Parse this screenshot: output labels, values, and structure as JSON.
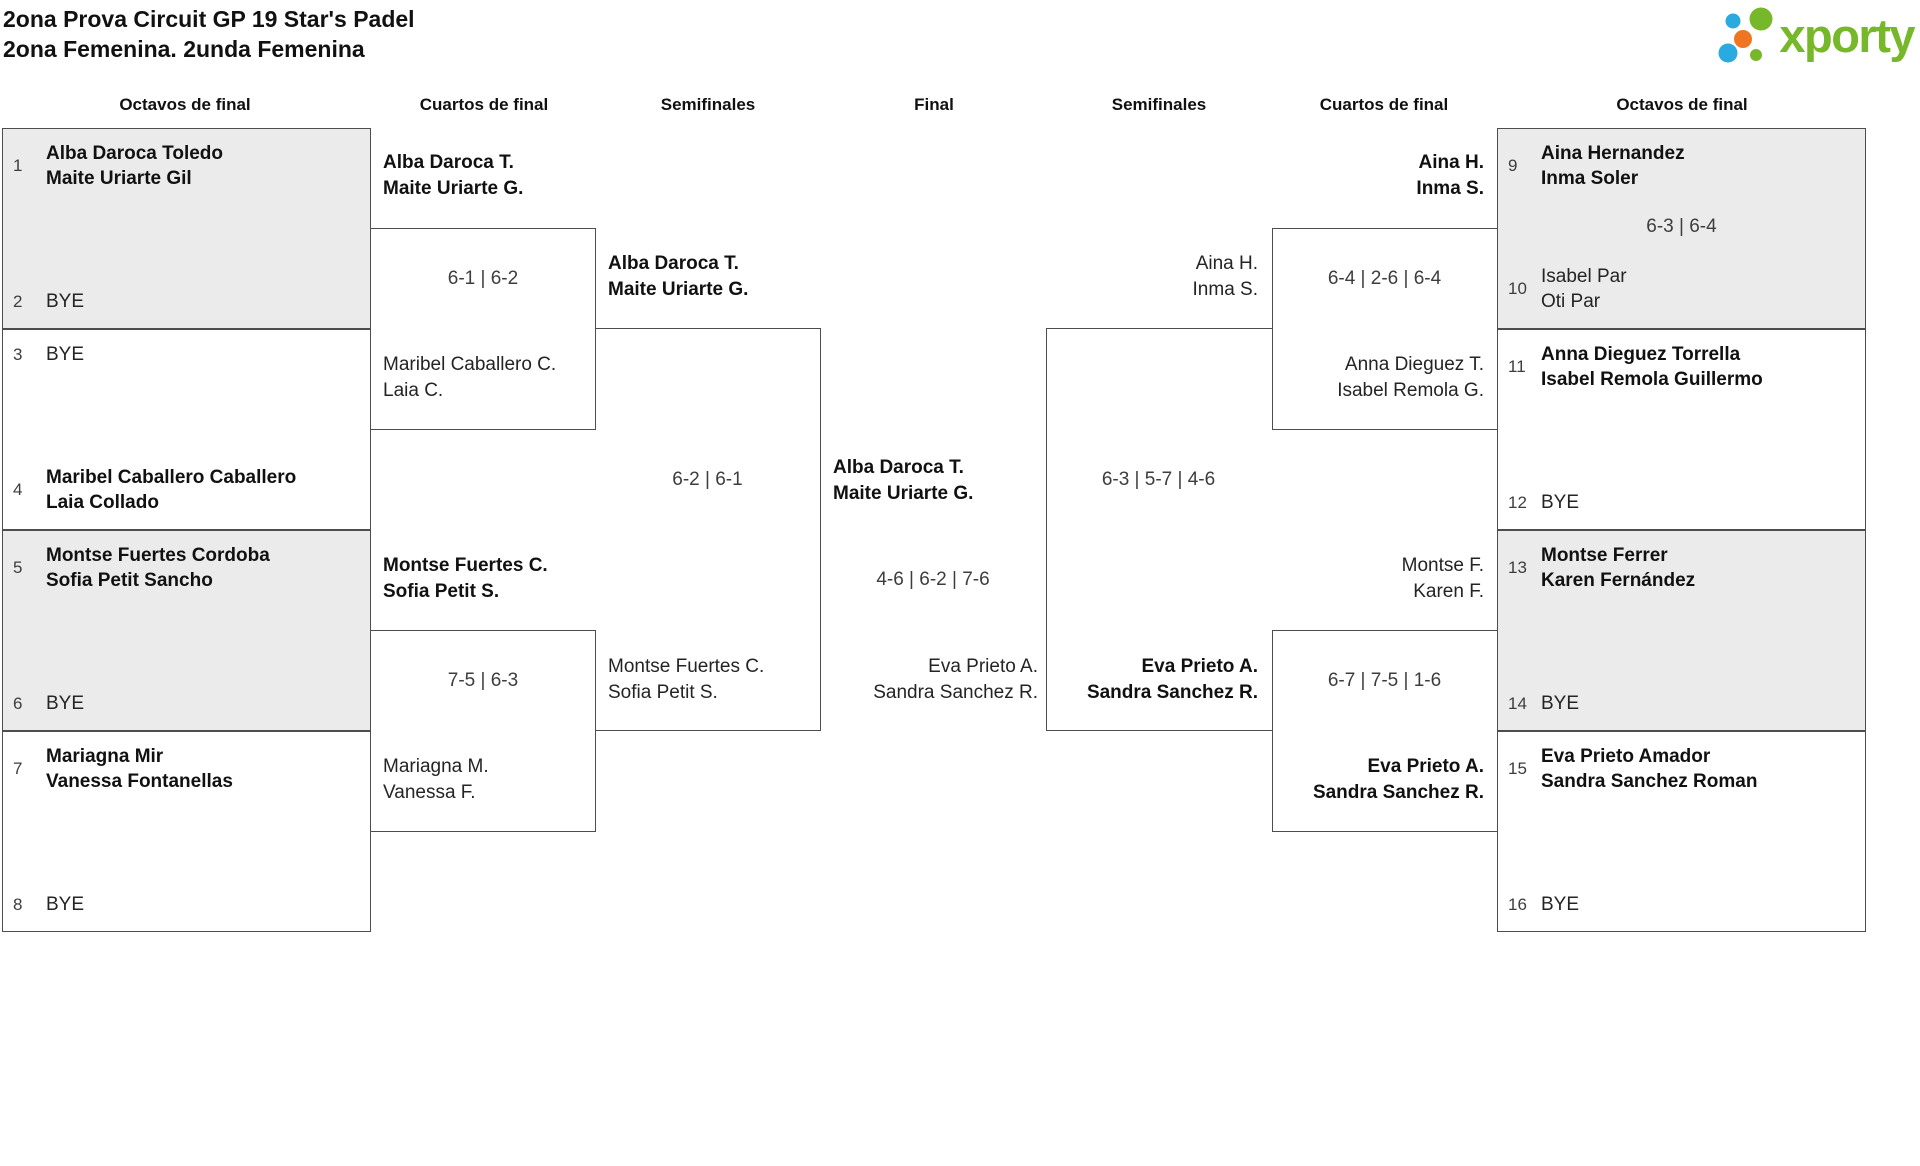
{
  "page": {
    "title_line1": "2ona Prova Circuit GP 19 Star's Padel",
    "title_line2": "2ona Femenina. 2unda Femenina"
  },
  "logo": {
    "text": "xporty",
    "green": "#76b82a",
    "blue": "#29abe2",
    "orange": "#ee7623"
  },
  "rounds": [
    "Octavos de final",
    "Cuartos de final",
    "Semifinales",
    "Final",
    "Semifinales",
    "Cuartos de final",
    "Octavos de final"
  ],
  "colors": {
    "line": "#4d4d4d",
    "box_grey": "#ebebeb"
  },
  "octavos_left": [
    {
      "top_seed": "1",
      "top1": "Alba Daroca Toledo",
      "top2": "Maite Uriarte Gil",
      "bot_seed": "2",
      "bot1": "BYE"
    },
    {
      "top_seed": "3",
      "top1": "BYE",
      "bot_seed": "4",
      "bot1": "Maribel Caballero Caballero",
      "bot2": "Laia Collado"
    },
    {
      "top_seed": "5",
      "top1": "Montse Fuertes Cordoba",
      "top2": "Sofia Petit Sancho",
      "bot_seed": "6",
      "bot1": "BYE"
    },
    {
      "top_seed": "7",
      "top1": "Mariagna Mir",
      "top2": "Vanessa Fontanellas",
      "bot_seed": "8",
      "bot1": "BYE"
    }
  ],
  "octavos_right": [
    {
      "top_seed": "9",
      "top1": "Aina Hernandez",
      "top2": "Inma Soler",
      "score": "6-3 | 6-4",
      "bot_seed": "10",
      "bot1": "Isabel Par",
      "bot2": "Oti Par"
    },
    {
      "top_seed": "11",
      "top1": "Anna Dieguez Torrella",
      "top2": "Isabel Remola Guillermo",
      "bot_seed": "12",
      "bot1": "BYE"
    },
    {
      "top_seed": "13",
      "top1": "Montse Ferrer",
      "top2": "Karen Fernández",
      "bot_seed": "14",
      "bot1": "BYE"
    },
    {
      "top_seed": "15",
      "top1": "Eva Prieto Amador",
      "top2": "Sandra Sanchez Roman",
      "bot_seed": "16",
      "bot1": "BYE"
    }
  ],
  "cuartos_left": [
    {
      "top1": "Alba Daroca T.",
      "top2": "Maite Uriarte G.",
      "score": "6-1 | 6-2",
      "bot1": "Maribel Caballero C.",
      "bot2": "Laia C."
    },
    {
      "top1": "Montse Fuertes C.",
      "top2": "Sofia Petit S.",
      "score": "7-5 | 6-3",
      "bot1": "Mariagna M.",
      "bot2": "Vanessa F."
    }
  ],
  "cuartos_right": [
    {
      "top1": "Aina H.",
      "top2": "Inma S.",
      "score": "6-4 | 2-6 | 6-4",
      "bot1": "Anna Dieguez T.",
      "bot2": "Isabel Remola G."
    },
    {
      "top1": "Montse F.",
      "top2": "Karen F.",
      "score": "6-7 | 7-5 | 1-6",
      "bot1": "Eva Prieto A.",
      "bot2": "Sandra Sanchez R."
    }
  ],
  "semis_left": {
    "top1": "Alba Daroca T.",
    "top2": "Maite Uriarte G.",
    "score": "6-2 | 6-1",
    "bot1": "Montse Fuertes C.",
    "bot2": "Sofia Petit S."
  },
  "semis_right": {
    "top1": "Aina H.",
    "top2": "Inma S.",
    "score": "6-3 | 5-7 | 4-6",
    "bot1": "Eva Prieto A.",
    "bot2": "Sandra Sanchez R."
  },
  "final": {
    "top1": "Alba Daroca T.",
    "top2": "Maite Uriarte G.",
    "score": "4-6 | 6-2 | 7-6",
    "bot1": "Eva Prieto A.",
    "bot2": "Sandra Sanchez R."
  }
}
